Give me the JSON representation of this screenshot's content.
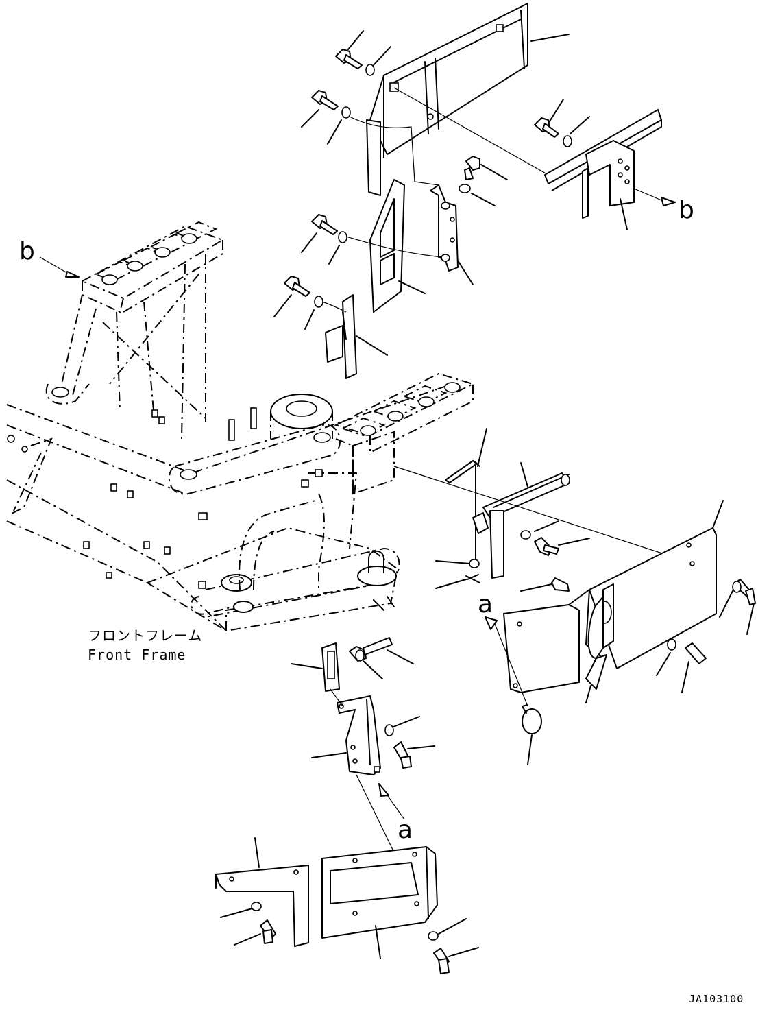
{
  "diagram": {
    "frame_label_jp": "フロントフレーム",
    "frame_label_en": "Front Frame",
    "callout_a": "a",
    "callout_b": "b",
    "drawing_code": "JA103100"
  }
}
